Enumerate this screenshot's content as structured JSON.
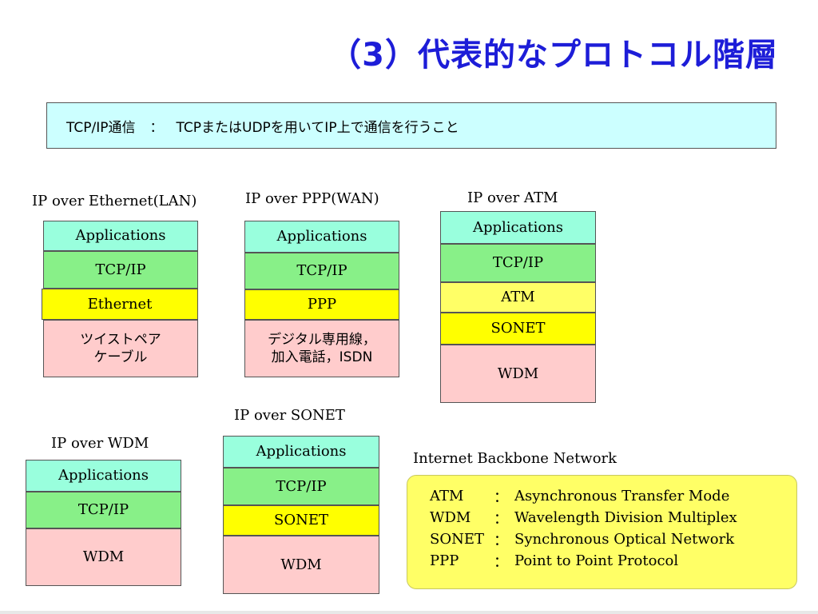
{
  "title": "（3）代表的なプロトコル階層",
  "definition": {
    "term": "TCP/IP通信",
    "separator": "：",
    "text": "TCPまたはUDPを用いてIP上で通信を行うこと"
  },
  "stacks": {
    "ethernet": {
      "title": "IP over Ethernet(LAN)",
      "layers": [
        "Applications",
        "TCP/IP",
        "Ethernet",
        "ツイストペア\nケーブル"
      ]
    },
    "ppp": {
      "title": "IP over PPP(WAN)",
      "layers": [
        "Applications",
        "TCP/IP",
        "PPP",
        "デジタル専用線，\n加入電話，ISDN"
      ]
    },
    "atm": {
      "title": "IP over ATM",
      "layers": [
        "Applications",
        "TCP/IP",
        "ATM",
        "SONET",
        "WDM"
      ]
    },
    "wdm": {
      "title": "IP over WDM",
      "layers": [
        "Applications",
        "TCP/IP",
        "WDM"
      ]
    },
    "sonet": {
      "title": "IP over SONET",
      "layers": [
        "Applications",
        "TCP/IP",
        "SONET",
        "WDM"
      ]
    }
  },
  "backbone": {
    "label": "Internet Backbone Network",
    "glossary": [
      {
        "abbr": "ATM",
        "colon": "：",
        "meaning": "Asynchronous Transfer Mode"
      },
      {
        "abbr": "WDM",
        "colon": "：",
        "meaning": "Wavelength Division Multiplex"
      },
      {
        "abbr": "SONET",
        "colon": "：",
        "meaning": "Synchronous Optical Network"
      },
      {
        "abbr": "PPP",
        "colon": "：",
        "meaning": "Point to Point Protocol"
      }
    ]
  },
  "colors": {
    "title": "#1d1dd8",
    "definition_bg": "#ccffff",
    "applications": "#99ffdd",
    "tcpip": "#88f088",
    "link_layer": "#ffff00",
    "atm_layer": "#ffff66",
    "physical": "#ffcccc",
    "glossary_bg": "#ffff66"
  }
}
